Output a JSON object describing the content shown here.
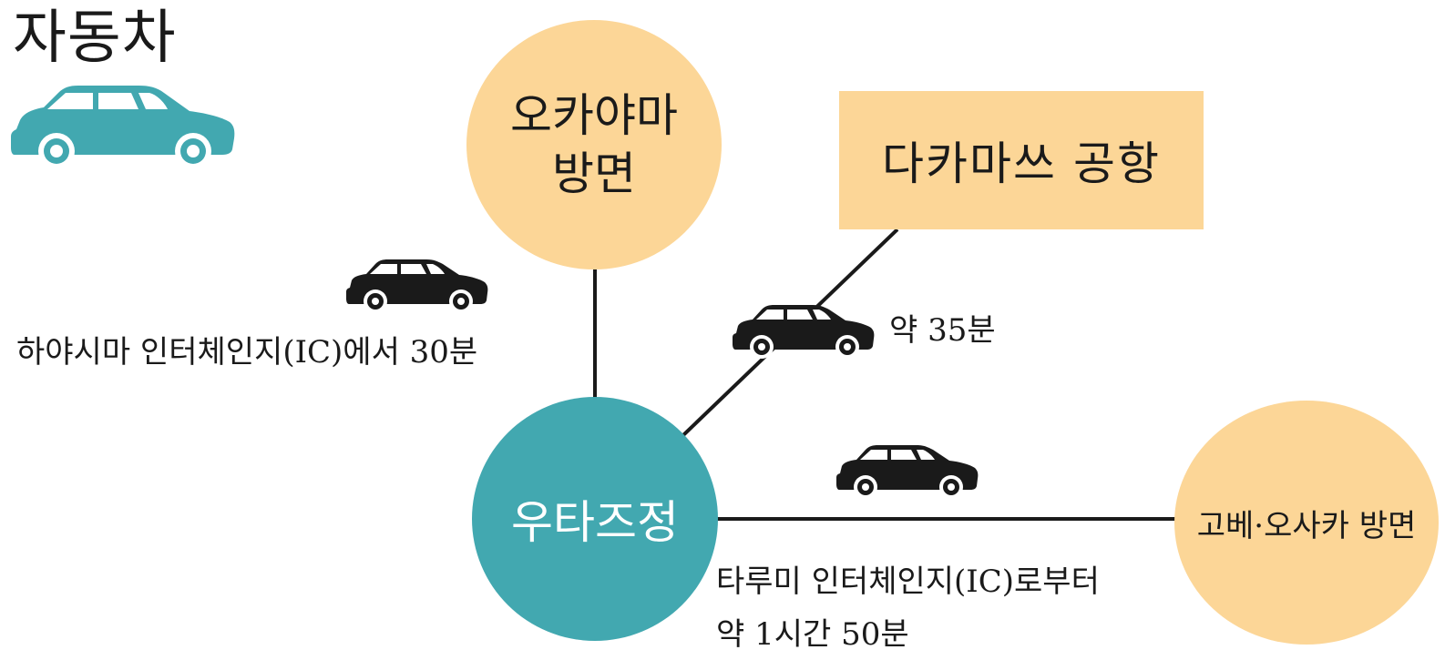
{
  "title": "자동차",
  "nodes": {
    "okayama_line1": "오카야마",
    "okayama_line2": "방면",
    "airport": "다카마쓰 공항",
    "utazu": "우타즈정",
    "kobe": "고베·오사카 방면"
  },
  "routes": {
    "okayama": "하야시마 인터체인지(IC)에서 30분",
    "airport": "약 35분",
    "kobe_line1": "타루미 인터체인지(IC)로부터",
    "kobe_line2": "약 1시간 50분"
  },
  "icons": {
    "title_car": "car-icon",
    "route_car": "car-icon"
  },
  "colors": {
    "teal": "#42a8b0",
    "peach": "#fcd697",
    "line": "#1a1a1a",
    "car_dark": "#1a1a1a"
  }
}
